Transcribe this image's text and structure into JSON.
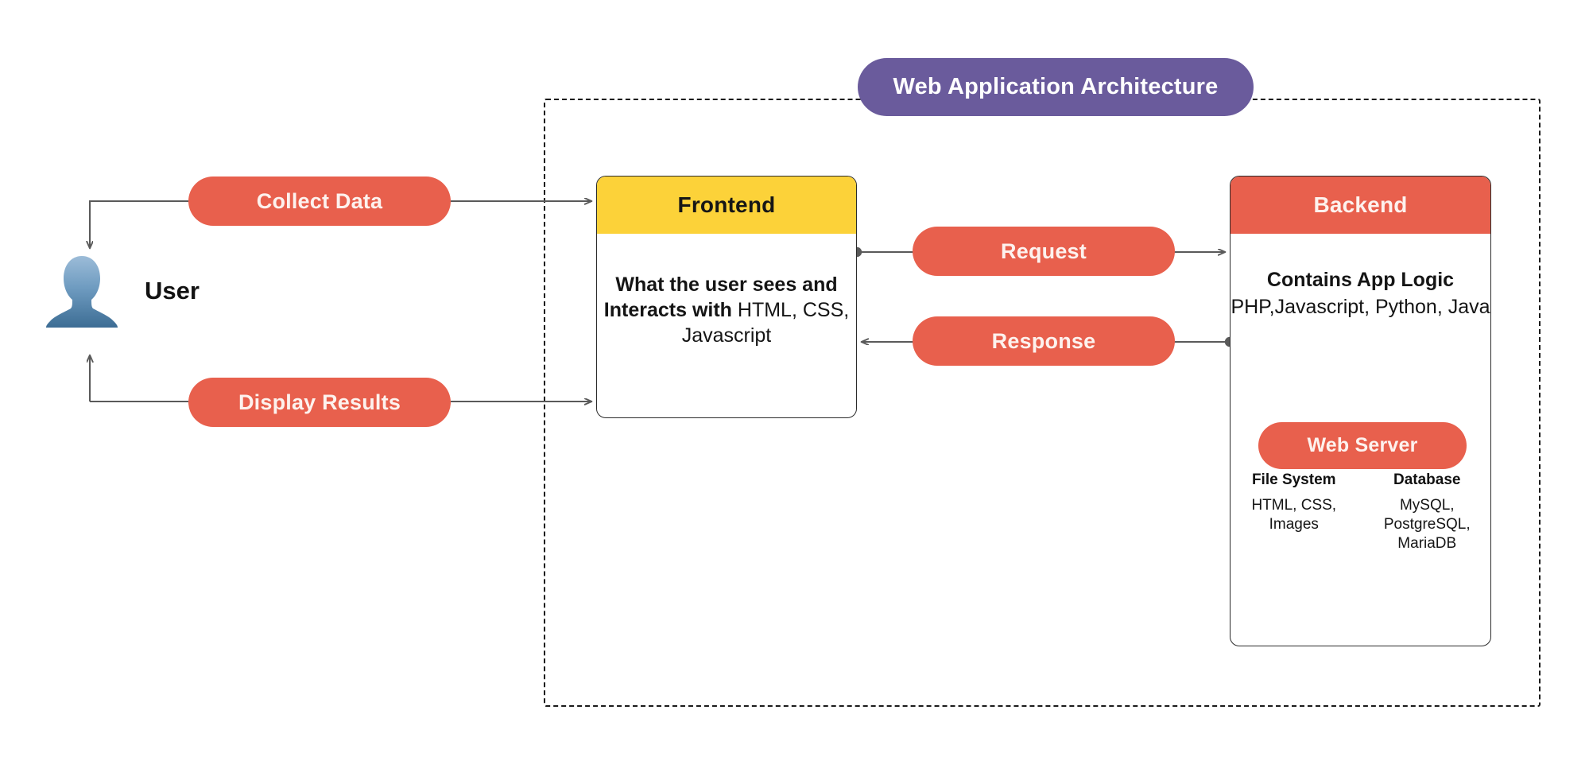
{
  "diagram": {
    "title": "Web Application Architecture",
    "boundary_label": "system-boundary"
  },
  "actor": {
    "label": "User",
    "icon": "user-avatar-icon"
  },
  "left_flow": {
    "collect_label": "Collect Data",
    "display_label": "Display Results"
  },
  "frontend": {
    "header": "Frontend",
    "desc_bold": "What the user sees and Interacts with ",
    "desc_regular": "HTML, CSS, Javascript"
  },
  "exchange": {
    "request_label": "Request",
    "response_label": "Response"
  },
  "backend": {
    "header": "Backend",
    "logic_title": "Contains App Logic",
    "logic_techs": "PHP,Javascript, Python, Java",
    "web_server_label": "Web Server",
    "columns": [
      {
        "title": "File System",
        "body": "HTML, CSS, Images"
      },
      {
        "title": "Database",
        "body": "MySQL, PostgreSQL, MariaDB"
      }
    ]
  },
  "colors": {
    "coral": "#e8604d",
    "purple": "#6a5b9c",
    "yellow": "#fcd239",
    "connector": "#5a5a5a",
    "boundary": "#1a1a1a",
    "card_border": "#2b2b2b",
    "avatar_top": "#8fb4d4",
    "avatar_bottom": "#3f6f96"
  }
}
